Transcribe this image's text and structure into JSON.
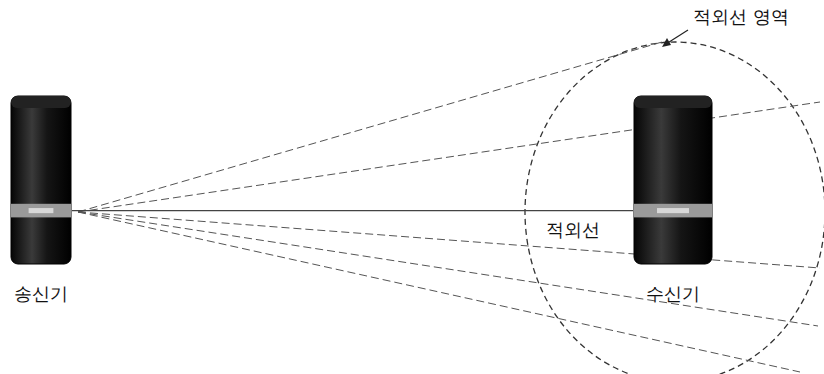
{
  "diagram": {
    "nodes": [
      {
        "text": [
          "송신기"
        ]
      },
      {
        "text": [
          "수신기"
        ]
      }
    ],
    "edges": [
      {
        "from": 0,
        "to": 1,
        "arrow": "none",
        "label": "적외선"
      }
    ],
    "labels": [
      "적외선 영역"
    ]
  }
}
